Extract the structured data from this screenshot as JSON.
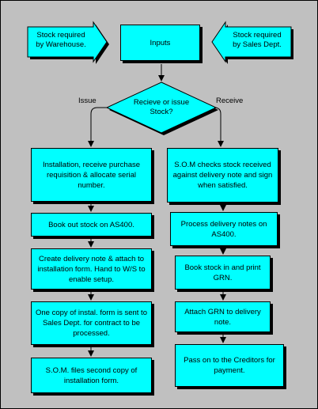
{
  "top": {
    "warehouse": "Stock required\nby Warehouse.",
    "inputs": "Inputs",
    "sales": "Stock required\nby Sales Dept."
  },
  "decision": {
    "text": "Recieve or issue\nStock?",
    "left_branch": "Issue",
    "right_branch": "Receive"
  },
  "issue_steps": [
    "Installation, receive purchase requisition & allocate serial number.",
    "Book out stock on AS400.",
    "Create delivery note & attach to installation form. Hand to W/S to enable setup.",
    "One copy of instal. form is sent to Sales Dept. for contract to be processed.",
    "S.O.M. files second copy of installation form."
  ],
  "receive_steps": [
    "S.O.M checks stock received against delivery note and sign when satisfied.",
    "Process delivery notes on AS400.",
    "Book stock in and print GRN.",
    "Attach GRN to delivery note.",
    "Pass on to the Creditors for payment."
  ],
  "colors": {
    "fill": "#00ffff",
    "background": "#c0c0c0",
    "line": "#000000"
  }
}
